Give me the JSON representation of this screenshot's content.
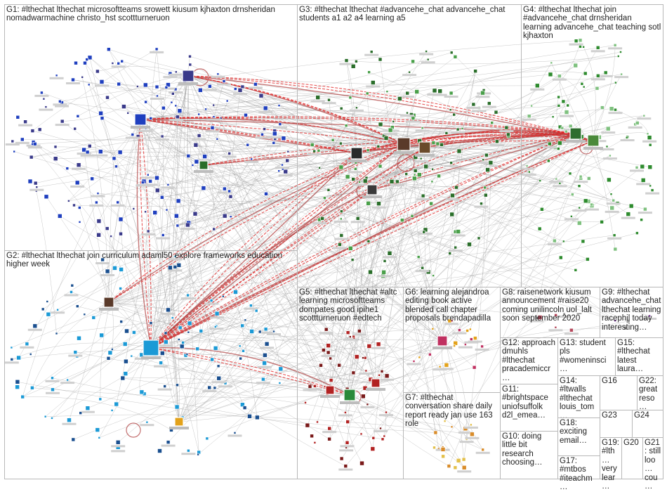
{
  "colors": {
    "edge": "#9a9a9a",
    "edge_strong": "#e02020",
    "edge_self": "#b44a4a",
    "border": "#b8b8b8",
    "label": "#222222",
    "palette": [
      "#1f3fbf",
      "#2a6e2a",
      "#1b9ad6",
      "#b22222",
      "#4b2f8f",
      "#d7d7d7",
      "#e3a21a",
      "#b5475b",
      "#6f2e8c",
      "#2c8a5a"
    ]
  },
  "groups": [
    {
      "id": "G1",
      "label": "G1: #lthechat lthechat microsoftteams srowett kiusum kjhaxton drnsheridan nomadwarmachine christo_hst scottturneruon",
      "node_color": "#1f3fbf",
      "node_color_2": "#3a3a8a"
    },
    {
      "id": "G3",
      "label": "G3: #lthechat lthechat #advancehe_chat advancehe_chat students a1 a2 a4 learning a5",
      "node_color": "#2a6e2a",
      "node_color_2": "#4aa04a"
    },
    {
      "id": "G4",
      "label": "G4: #lthechat lthechat join #advancehe_chat drnsheridan learning advancehe_chat teaching sotl kjhaxton",
      "node_color": "#2e8b2e",
      "node_color_2": "#7fc17f"
    },
    {
      "id": "G2",
      "label": "G2: #lthechat lthechat join curriculum adaml50 explore frameworks education higher week",
      "node_color": "#1b9ad6",
      "node_color_2": "#1a4f8f"
    },
    {
      "id": "G5",
      "label": "G5: #lthechat lthechat #altc learning microsoftteams dompates good ipihe1 scottturneruon #edtech",
      "node_color": "#b22222",
      "node_color_2": "#7a1a1a"
    },
    {
      "id": "G6",
      "label": "G6: learning alejandroa editing book active blended call chapter proposals brendapadilla",
      "node_color": "#e3a21a",
      "node_color_2": "#c03060"
    },
    {
      "id": "G7",
      "label": "G7: #lthechat conversation share daily report ready jan use 163 role",
      "node_color": "#d98c2a",
      "node_color_2": "#e3c04a"
    },
    {
      "id": "G8",
      "label": "G8: raisenetwork kiusum announcement #raise20 coming unilincoln uol_lalt soon september 2020",
      "node_color": "#b5475b",
      "node_color_2": "#888888"
    },
    {
      "id": "G9",
      "label": "G9: #lthechat advancehe_chat lthechat learning racephil today interesting…",
      "node_color": "#6f2e8c",
      "node_color_2": "#999999"
    },
    {
      "id": "G12",
      "label": "G12: approach dmuhls #lthechat pracademiccr…",
      "node_color": "#b5475b",
      "node_color_2": "#888888"
    },
    {
      "id": "G13",
      "label": "G13: student pls #womeninsci…",
      "node_color": "#2c8a5a",
      "node_color_2": "#888888"
    },
    {
      "id": "G15",
      "label": "G15: #lthechat latest laura…",
      "node_color": "#2c8a5a",
      "node_color_2": "#888888"
    },
    {
      "id": "G11",
      "label": "G11: #brightspace uniofsuffolk d2l_emea…",
      "node_color": "#888888",
      "node_color_2": "#555555"
    },
    {
      "id": "G14",
      "label": "G14: #ltwalls #lthechat louis_tom…",
      "node_color": "#1f3fbf",
      "node_color_2": "#888888"
    },
    {
      "id": "G16",
      "label": "G16",
      "node_color": "#2a6e2a",
      "node_color_2": "#4aa04a"
    },
    {
      "id": "G22",
      "label": "G22: great reso…",
      "node_color": "#2a6e2a",
      "node_color_2": "#888888"
    },
    {
      "id": "G18",
      "label": "G18: exciting email…",
      "node_color": "#888888",
      "node_color_2": "#555555"
    },
    {
      "id": "G23",
      "label": "G23",
      "node_color": "#2a6e2a",
      "node_color_2": "#888888"
    },
    {
      "id": "G24",
      "label": "G24",
      "node_color": "#2a6e2a",
      "node_color_2": "#888888"
    },
    {
      "id": "G10",
      "label": "G10: doing little bit research choosing…",
      "node_color": "#e3a21a",
      "node_color_2": "#b5475b"
    },
    {
      "id": "G17",
      "label": "G17: #mtbos #iteachm…",
      "node_color": "#1f3fbf",
      "node_color_2": "#888888"
    },
    {
      "id": "G19",
      "label": "G19: #lth… very lear…",
      "node_color": "#6f2e8c",
      "node_color_2": "#888888"
    },
    {
      "id": "G20",
      "label": "G20",
      "node_color": "#2a6e2a",
      "node_color_2": "#b5475b"
    },
    {
      "id": "G21",
      "label": "G21: still loo… cou…",
      "node_color": "#e3a21a",
      "node_color_2": "#888888"
    }
  ]
}
